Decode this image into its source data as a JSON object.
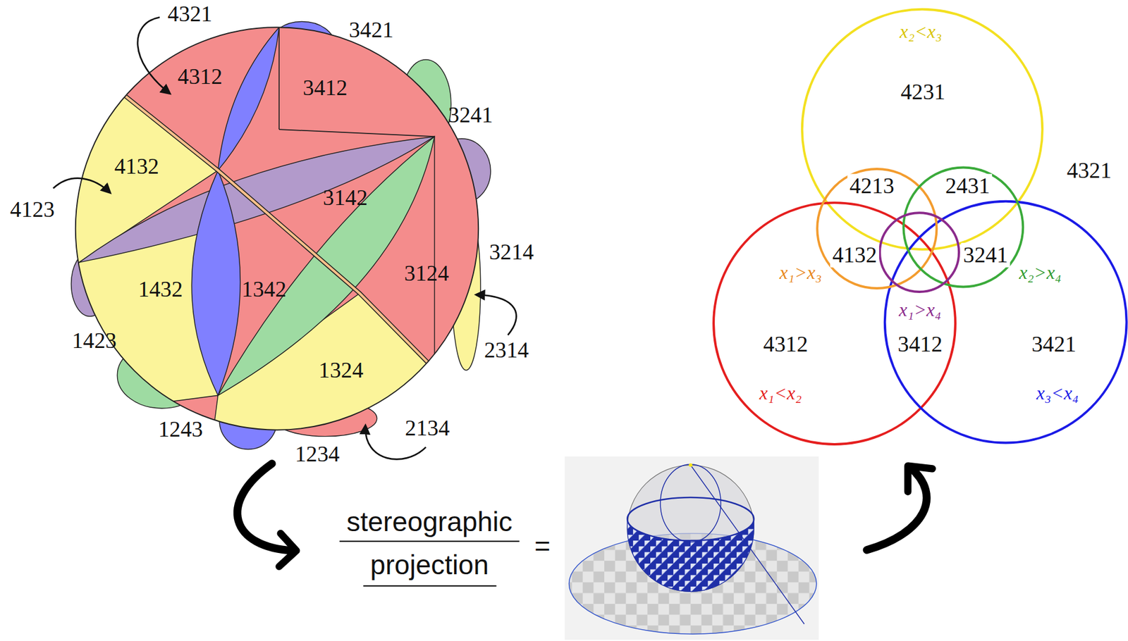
{
  "diagram": {
    "labels": [
      "4321",
      "3421",
      "4312",
      "3412",
      "3241",
      "4132",
      "3142",
      "4123",
      "3214",
      "3124",
      "1432",
      "1342",
      "1423",
      "2314",
      "1324",
      "2134",
      "1243",
      "1234",
      "stereographic",
      "projection",
      "=",
      "x₂<x₃",
      "4231",
      "4321",
      "4213",
      "2431",
      "4132",
      "3241",
      "x₁>x₃",
      "x₂>x₄",
      "x₁>x₄",
      "4312",
      "3412",
      "3421",
      "x₁<x₂",
      "x₃<x₄"
    ]
  }
}
